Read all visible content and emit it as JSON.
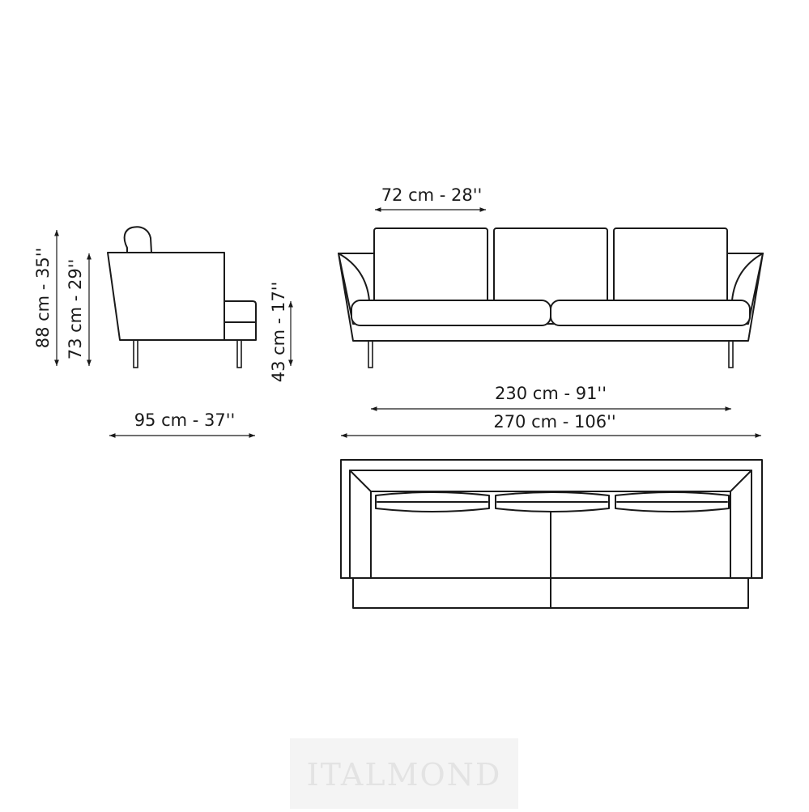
{
  "dimensions": {
    "seat_cushion_width": "72 cm - 28''",
    "total_height": "88 cm - 35''",
    "arm_height": "73 cm - 29''",
    "seat_height": "43 cm - 17''",
    "depth": "95 cm - 37''",
    "inner_width": "230 cm - 91''",
    "total_width": "270 cm - 106''"
  },
  "watermark": "ITALMOND",
  "colors": {
    "line": "#1a1a1a",
    "background": "#ffffff",
    "watermark": "#e3e3e3"
  }
}
